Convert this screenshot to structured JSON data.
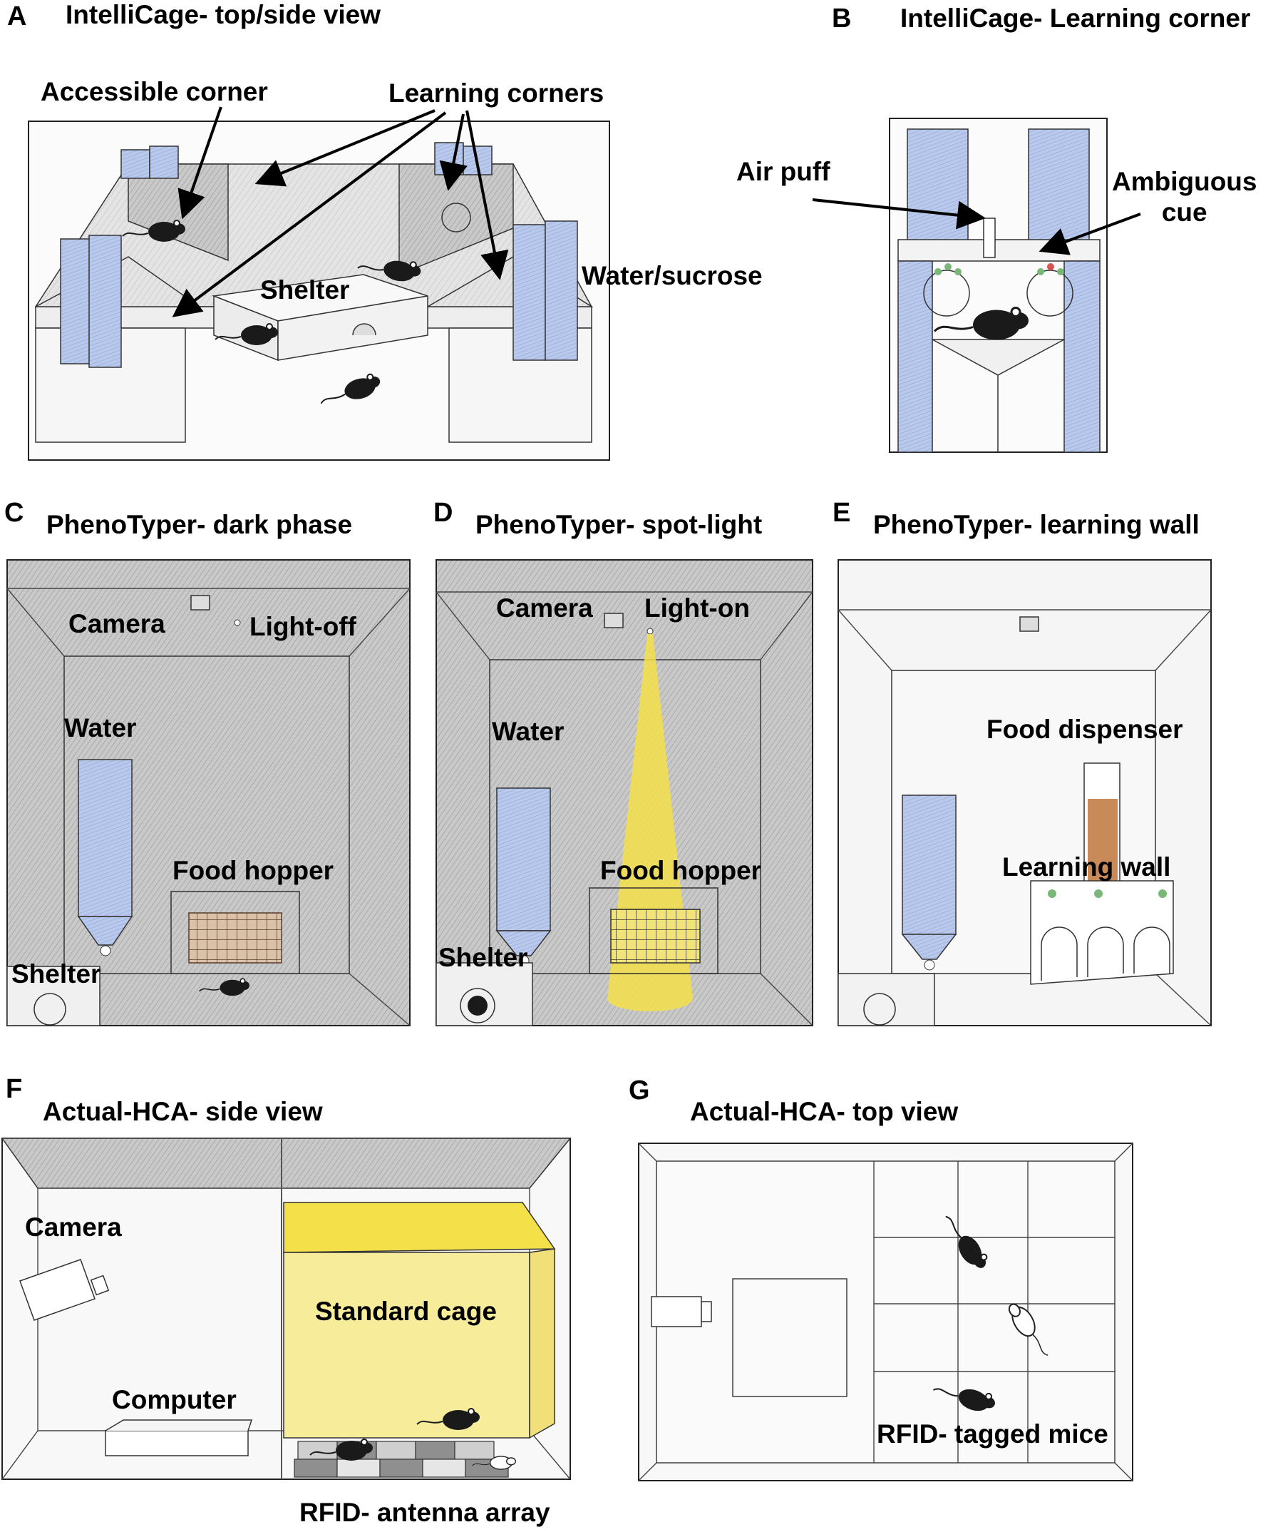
{
  "panels": {
    "A": {
      "letter": "A",
      "title": "IntelliCage- top/side view",
      "labels": {
        "accessible": "Accessible corner",
        "learning": "Learning corners",
        "shelter": "Shelter",
        "water": "Water/sucrose"
      }
    },
    "B": {
      "letter": "B",
      "title": "IntelliCage- Learning corner",
      "labels": {
        "airpuff": "Air puff",
        "cue": "Ambiguous\ncue"
      }
    },
    "C": {
      "letter": "C",
      "title": "PhenoTyper- dark phase",
      "labels": {
        "camera": "Camera",
        "light": "Light-off",
        "water": "Water",
        "food": "Food hopper",
        "shelter": "Shelter"
      }
    },
    "D": {
      "letter": "D",
      "title": "PhenoTyper- spot-light",
      "labels": {
        "camera": "Camera",
        "light": "Light-on",
        "water": "Water",
        "food": "Food hopper",
        "shelter": "Shelter"
      }
    },
    "E": {
      "letter": "E",
      "title": "PhenoTyper- learning wall",
      "labels": {
        "dispenser": "Food dispenser",
        "wall": "Learning wall"
      }
    },
    "F": {
      "letter": "F",
      "title": "Actual-HCA- side view",
      "labels": {
        "camera": "Camera",
        "cage": "Standard cage",
        "computer": "Computer",
        "rfid": "RFID- antenna array"
      }
    },
    "G": {
      "letter": "G",
      "title": "Actual-HCA- top view",
      "labels": {
        "mice": "RFID- tagged mice"
      }
    }
  },
  "colors": {
    "water": "#9fb4e0",
    "sand": "#bdbdbd",
    "light": "#f4e14a",
    "food": "#c98a5a",
    "cue_green": "#7ab87a",
    "cue_red": "#d9534f"
  }
}
